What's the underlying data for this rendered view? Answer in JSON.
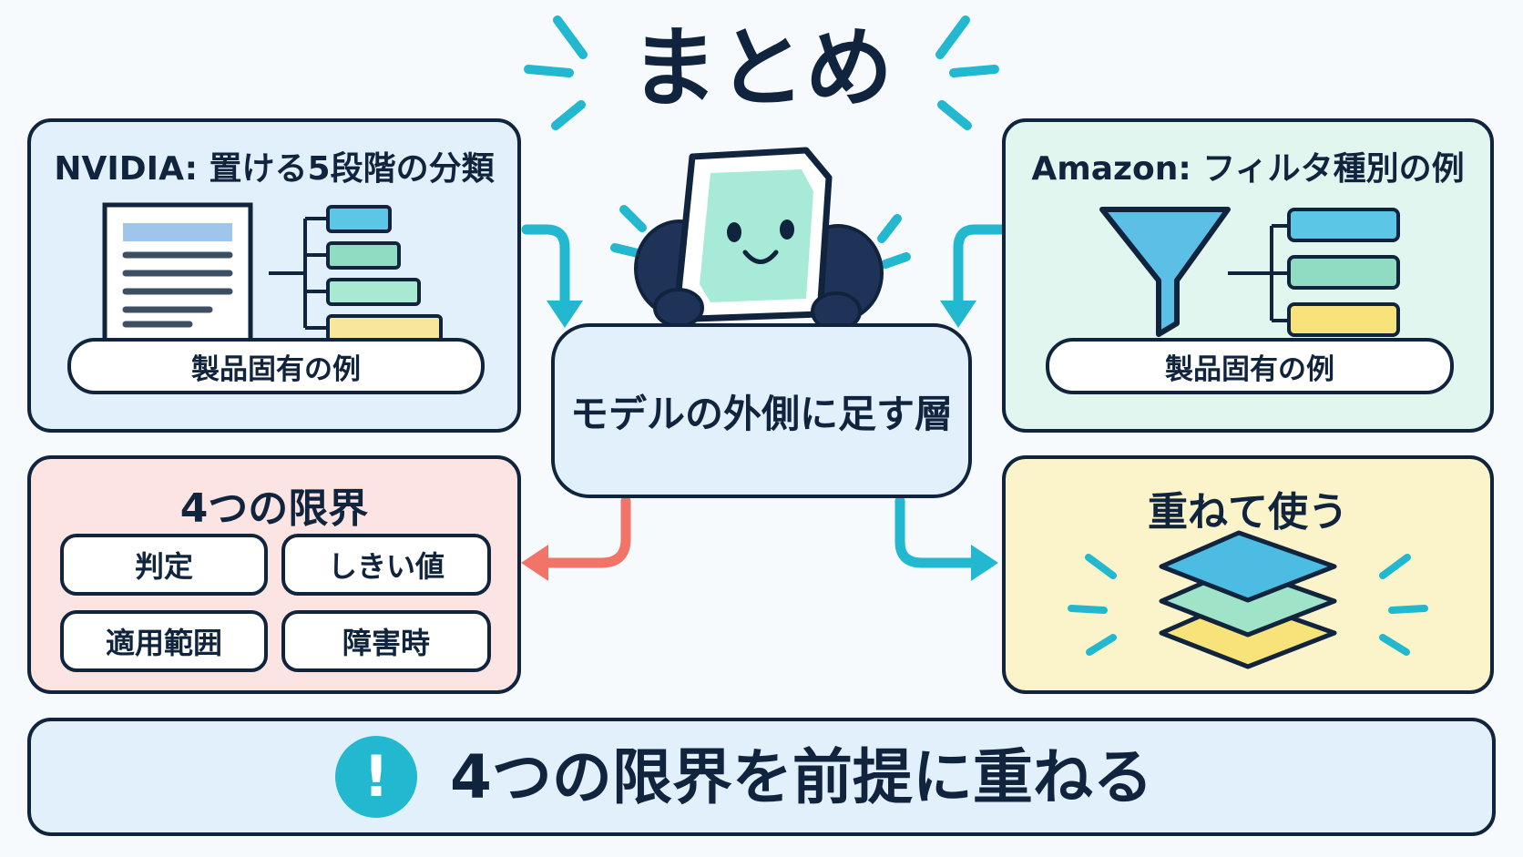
{
  "title": "まとめ",
  "nvidia": {
    "title": "NVIDIA: 置ける5段階の分類",
    "label": "製品固有の例"
  },
  "amazon": {
    "title": "Amazon: フィルタ種別の例",
    "label": "製品固有の例"
  },
  "center": {
    "label": "モデルの外側に足す層"
  },
  "limits": {
    "title": "4つの限界",
    "items": [
      "判定",
      "しきい値",
      "適用範囲",
      "障害時"
    ]
  },
  "stack": {
    "title": "重ねて使う"
  },
  "banner": {
    "icon": "exclamation-icon",
    "text": "4つの限界を前提に重ねる"
  },
  "colors": {
    "navy": "#10243e",
    "blue_panel": "#e2f0fb",
    "green_panel": "#e1f6ee",
    "red_panel": "#fce4e2",
    "yellow_panel": "#fbf3c9",
    "cyan": "#22b8cf",
    "coral": "#f27468"
  }
}
